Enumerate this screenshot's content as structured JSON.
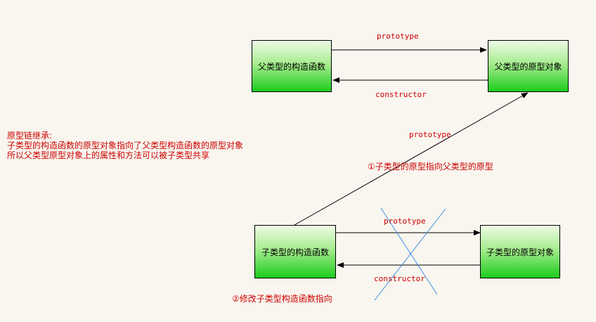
{
  "boxes": {
    "parent_constructor": "父类型的构造函数",
    "parent_prototype_obj": "父类型的原型对象",
    "child_constructor": "子类型的构造函数",
    "child_prototype_obj": "子类型的原型对象"
  },
  "edges": {
    "top_prototype": "prototype",
    "top_constructor": "constructor",
    "diagonal_prototype": "prototype",
    "bottom_prototype": "prototype",
    "bottom_constructor": "constructor"
  },
  "notes": {
    "step1": "①子类型的原型指向父类型的原型",
    "step2": "②修改子类型构造函数指向",
    "inheritance_title": "原型链继承:",
    "inheritance_line1": "子类型的构造函数的原型对象指向了父类型构造函数的原型对象",
    "inheritance_line2": "所以父类型原型对象上的属性和方法可以被子类型共享"
  },
  "colors": {
    "label_text": "#cc0000",
    "arrow": "#000000",
    "cross_mark": "#3b8fe0",
    "box_gradient_top": "#edfbe6",
    "box_gradient_bottom": "#1ccc1c",
    "background": "#f9f6ef"
  }
}
